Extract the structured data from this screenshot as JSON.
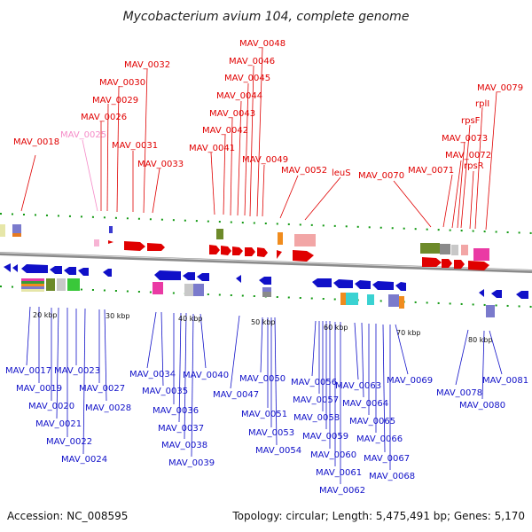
{
  "title": "Mycobacterium avium 104, complete genome",
  "footer": {
    "accession": "Accession: NC_008595",
    "summary": "Topology: circular; Length: 5,475,491 bp; Genes: 5,170"
  },
  "colors": {
    "forward_gene": "#e00000",
    "reverse_gene": "#1010c8",
    "rna_gene": "#f58cc8",
    "genome_line": "#8a8a8a",
    "tick": "#119911"
  },
  "scale_labels": [
    "20 kbp",
    "30 kbp",
    "40 kbp",
    "50 kbp",
    "60 kbp",
    "70 kbp",
    "80 kbp"
  ],
  "top_labels": [
    {
      "text": "MAV_0018"
    },
    {
      "text": "MAV_0025"
    },
    {
      "text": "MAV_0026"
    },
    {
      "text": "MAV_0029"
    },
    {
      "text": "MAV_0030"
    },
    {
      "text": "MAV_0032"
    },
    {
      "text": "MAV_0031"
    },
    {
      "text": "MAV_0033"
    },
    {
      "text": "MAV_0041"
    },
    {
      "text": "MAV_0042"
    },
    {
      "text": "MAV_0043"
    },
    {
      "text": "MAV_0044"
    },
    {
      "text": "MAV_0045"
    },
    {
      "text": "MAV_0046"
    },
    {
      "text": "MAV_0048"
    },
    {
      "text": "MAV_0049"
    },
    {
      "text": "MAV_0052"
    },
    {
      "text": "leuS"
    },
    {
      "text": "MAV_0070"
    },
    {
      "text": "MAV_0071"
    },
    {
      "text": "MAV_0072"
    },
    {
      "text": "MAV_0073"
    },
    {
      "text": "rpsF"
    },
    {
      "text": "rpsR"
    },
    {
      "text": "rplI"
    },
    {
      "text": "MAV_0079"
    }
  ],
  "bottom_labels": [
    {
      "text": "MAV_0017"
    },
    {
      "text": "MAV_0019"
    },
    {
      "text": "MAV_0020"
    },
    {
      "text": "MAV_0021"
    },
    {
      "text": "MAV_0022"
    },
    {
      "text": "MAV_0023"
    },
    {
      "text": "MAV_0024"
    },
    {
      "text": "MAV_0027"
    },
    {
      "text": "MAV_0028"
    },
    {
      "text": "MAV_0034"
    },
    {
      "text": "MAV_0035"
    },
    {
      "text": "MAV_0036"
    },
    {
      "text": "MAV_0037"
    },
    {
      "text": "MAV_0038"
    },
    {
      "text": "MAV_0039"
    },
    {
      "text": "MAV_0040"
    },
    {
      "text": "MAV_0047"
    },
    {
      "text": "MAV_0050"
    },
    {
      "text": "MAV_0051"
    },
    {
      "text": "MAV_0053"
    },
    {
      "text": "MAV_0054"
    },
    {
      "text": "MAV_0056"
    },
    {
      "text": "MAV_0057"
    },
    {
      "text": "MAV_0058"
    },
    {
      "text": "MAV_0059"
    },
    {
      "text": "MAV_0060"
    },
    {
      "text": "MAV_0061"
    },
    {
      "text": "MAV_0062"
    },
    {
      "text": "MAV_0063"
    },
    {
      "text": "MAV_0064"
    },
    {
      "text": "MAV_0065"
    },
    {
      "text": "MAV_0066"
    },
    {
      "text": "MAV_0067"
    },
    {
      "text": "MAV_0068"
    },
    {
      "text": "MAV_0069"
    },
    {
      "text": "MAV_0078"
    },
    {
      "text": "MAV_0080"
    },
    {
      "text": "MAV_0081"
    }
  ]
}
